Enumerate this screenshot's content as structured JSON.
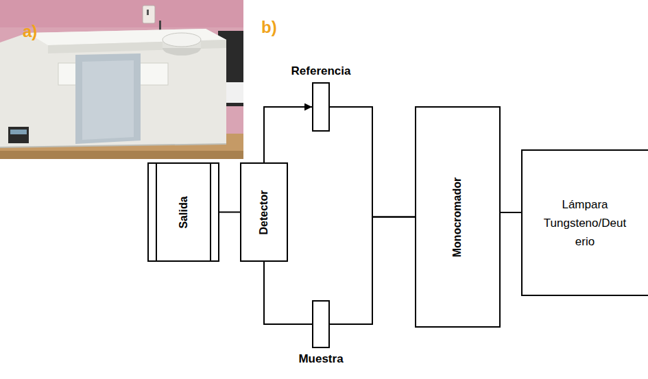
{
  "diagram": {
    "nodes": [
      {
        "text": [
          "Salida"
        ]
      },
      {
        "text": [
          "Detector"
        ]
      },
      {
        "text": [
          "Referencia"
        ]
      },
      {
        "text": [
          "Muestra"
        ]
      },
      {
        "text": [
          "Monocromador"
        ]
      },
      {
        "text": [
          "Lámpara Tungsteno/Deut erio"
        ]
      }
    ],
    "edges": [
      {
        "from": 5,
        "to": 4,
        "arrow": "none"
      },
      {
        "from": 4,
        "to": 2,
        "arrow": "none"
      },
      {
        "from": 4,
        "to": 3,
        "arrow": "none"
      },
      {
        "from": 1,
        "to": 2,
        "arrow": "to"
      },
      {
        "from": 1,
        "to": 3,
        "arrow": "none"
      },
      {
        "from": 0,
        "to": 1,
        "arrow": "none"
      }
    ],
    "labels": [
      "a)",
      "b)"
    ]
  }
}
